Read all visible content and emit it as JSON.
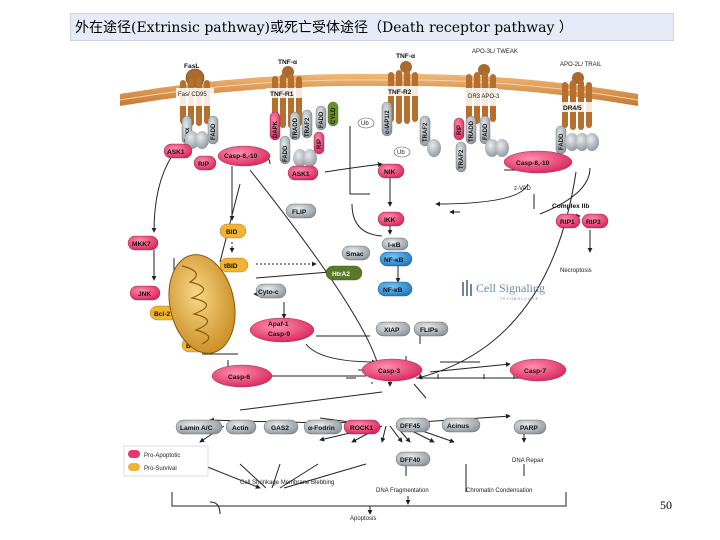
{
  "title": "外在途径(Extrinsic pathway)或死亡受体途径（Death receptor pathway ）",
  "page_number": "50",
  "colors": {
    "pro_apoptotic": "#e5376a",
    "pro_survival": "#f2b233",
    "membrane": "#d98c3a",
    "receptor": "#c8743a",
    "adaptor": "#9aa0a6",
    "nfkb": "#2d8fd6",
    "mito": "#e8b040",
    "htra2": "#5a7a2a",
    "cyld": "#6a8f2a"
  },
  "receptors": {
    "fasl": "FasL",
    "fas": "Fas/ CD95",
    "tnf_alpha_1": "TNF-α",
    "tnfr1": "TNF-R1",
    "tnf_alpha_2": "TNF-α",
    "tnfr2": "TNF-R2",
    "apo3l": "APO-3L/ TWEAK",
    "dr3": "DR3 APO-3",
    "apo2l": "APO-2L/ TRAIL",
    "dr45": "DR4/5"
  },
  "adaptors": {
    "daxx": "Daxx",
    "fadd1": "FADD",
    "dapk": "DAPK",
    "fadd2": "FADD",
    "tradd1": "TRADD",
    "rip1": "RIP",
    "traf2a": "TRAF2",
    "fadd3": "FADD",
    "cyld": "CYLD",
    "ub1": "Ub",
    "ciap": "c-IAP1/2",
    "traf2b": "TRAF2",
    "ub2": "Ub",
    "traf2c": "TRAF2",
    "rip2": "RIP",
    "tradd2": "TRADD",
    "fadd4": "FADD",
    "fadd5": "FADD"
  },
  "nodes": {
    "ask1_a": "ASK1",
    "rip_a": "RIP",
    "casp810_a": "Casp-8,-10",
    "ask1_b": "ASK1",
    "nik": "NIK",
    "casp810_b": "Casp-8,-10",
    "zvad": "z-VAD",
    "flip": "FLIP",
    "ikk": "IKK",
    "complex2b": "Complex IIb",
    "rip1": "RIP1",
    "rip3": "RIP3",
    "bid": "BID",
    "mkk7": "MKK7",
    "smac": "Smac",
    "ikb": "I-κB",
    "nfkb1": "NF-κB",
    "tbid": "tBID",
    "htra2": "HtrA2",
    "necroptosis": "Necroptosis",
    "jnk": "JNK",
    "cytoc": "Cyto-c",
    "nfkb2": "NF-κB",
    "bcl2_a": "Bcl-2",
    "apaf1": "Apaf-1",
    "casp9": "Casp-9",
    "xiap": "XIAP",
    "flips": "FLIPs",
    "bcl2_b": "Bcl-2",
    "casp6": "Casp-6",
    "casp3": "Casp-3",
    "casp7": "Casp-7",
    "lamin": "Lamin A/C",
    "actin": "Actin",
    "gas2": "GAS2",
    "fodrin": "α-Fodrin",
    "rock1": "ROCK1",
    "dff45": "DFF45",
    "acinus": "Acinus",
    "parp": "PARP",
    "dff40": "DFF40",
    "dna_repair": "DNA Repair",
    "cell_shrinkage": "Cell Shrinkage Membrane Blebbing",
    "dna_frag": "DNA Fragmentation",
    "chromatin": "Chromatin Condensation",
    "apoptosis": "Apoptosis"
  },
  "legend": {
    "pro_apoptotic": "Pro-Apoptotic",
    "pro_survival": "Pro-Survival"
  },
  "watermark": {
    "name": "Cell Signaling",
    "sub": "TECHNOLOGY®"
  }
}
